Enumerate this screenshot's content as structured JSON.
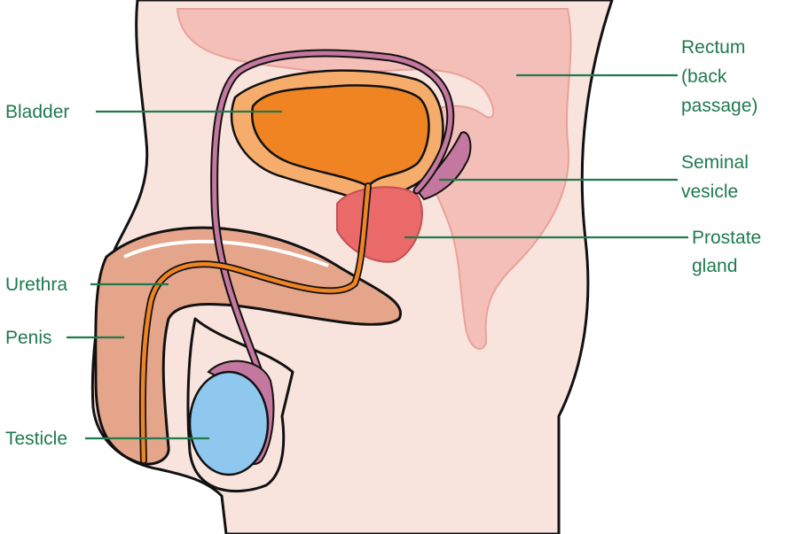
{
  "labels": {
    "bladder": "Bladder",
    "urethra": "Urethra",
    "penis": "Penis",
    "testicle": "Testicle",
    "rectum": [
      "Rectum",
      "(back",
      "passage)"
    ],
    "seminal_vesicle": [
      "Seminal",
      "vesicle"
    ],
    "prostate_gland": [
      "Prostate",
      "gland"
    ]
  },
  "colors": {
    "skin": "#f9e3dd",
    "rectum": "#f4bfb8",
    "bladder_wall": "#f6ad6c",
    "bladder_inner": "#f08422",
    "prostate": "#ea6a6a",
    "vas": "#c4779f",
    "penis_tissue": "#e4a58a",
    "testicle": "#8ec8ef",
    "urethra": "#f08422",
    "label": "#1f7a4d"
  }
}
